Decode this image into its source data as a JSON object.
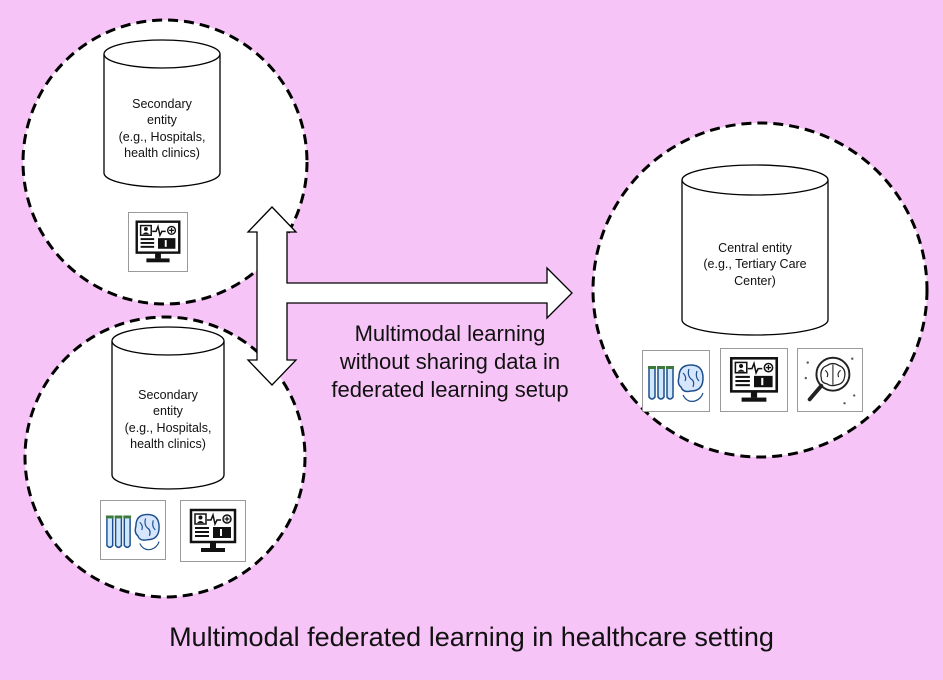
{
  "diagram": {
    "title": "Multimodal federated learning in healthcare setting",
    "center_text": "Multimodal learning without sharing data in federated learning setup",
    "center_lines": [
      "Multimodal learning",
      "without sharing data in",
      "federated learning setup"
    ],
    "secondary_top": {
      "lines": [
        "Secondary",
        "entity",
        "(e.g., Hospitals,",
        "health clinics)"
      ],
      "icons": [
        "patient-monitor-icon"
      ]
    },
    "secondary_bottom": {
      "lines": [
        "Secondary",
        "entity",
        "(e.g., Hospitals,",
        "health clinics)"
      ],
      "icons": [
        "test-tubes-brain-icon",
        "patient-monitor-icon"
      ]
    },
    "central": {
      "lines": [
        "Central entity",
        "(e.g., Tertiary Care",
        "Center)"
      ],
      "icons": [
        "test-tubes-brain-icon",
        "patient-monitor-icon",
        "brain-magnifier-icon"
      ]
    },
    "colors": {
      "background": "#f7c4f7",
      "circle_fill": "#ffffff",
      "stroke": "#000000"
    }
  }
}
